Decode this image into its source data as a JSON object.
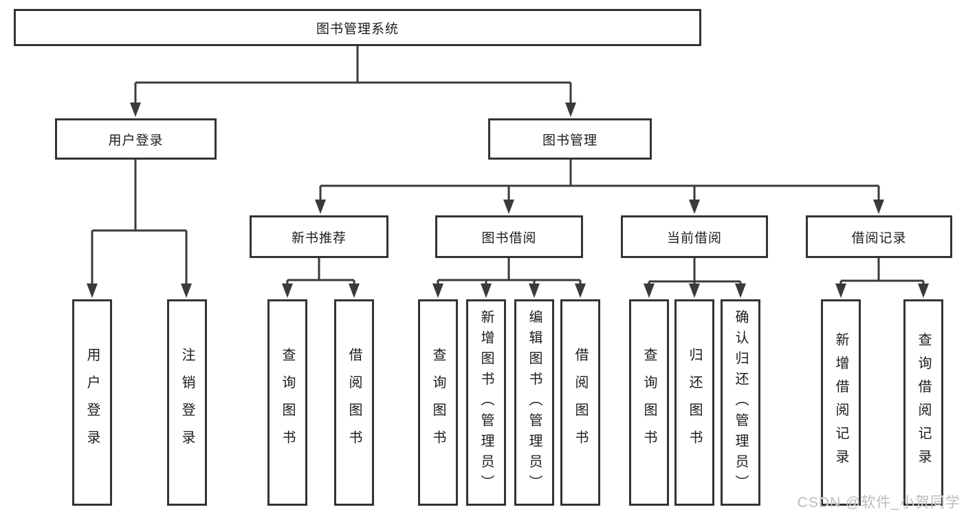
{
  "tree": {
    "label": "图书管理系统",
    "children": [
      {
        "label": "用户登录",
        "children": [
          {
            "label": "用户登录"
          },
          {
            "label": "注销登录"
          }
        ]
      },
      {
        "label": "图书管理",
        "children": [
          {
            "label": "新书推荐",
            "children": [
              {
                "label": "查询图书"
              },
              {
                "label": "借阅图书"
              }
            ]
          },
          {
            "label": "图书借阅",
            "children": [
              {
                "label": "查询图书"
              },
              {
                "label": "新增图书（管理员）"
              },
              {
                "label": "编辑图书（管理员）"
              },
              {
                "label": "借阅图书"
              }
            ]
          },
          {
            "label": "当前借阅",
            "children": [
              {
                "label": "查询图书"
              },
              {
                "label": "归还图书"
              },
              {
                "label": "确认归还（管理员）"
              }
            ]
          },
          {
            "label": "借阅记录",
            "children": [
              {
                "label": "新增借阅记录"
              },
              {
                "label": "查询借阅记录"
              }
            ]
          }
        ]
      }
    ]
  },
  "watermark": "CSDN @软件_小贺同学",
  "colors": {
    "line": "#3a3a3a",
    "box_border": "#333333",
    "text": "#1c1c1c",
    "watermark": "#bcbcbc",
    "background": "#ffffff"
  }
}
